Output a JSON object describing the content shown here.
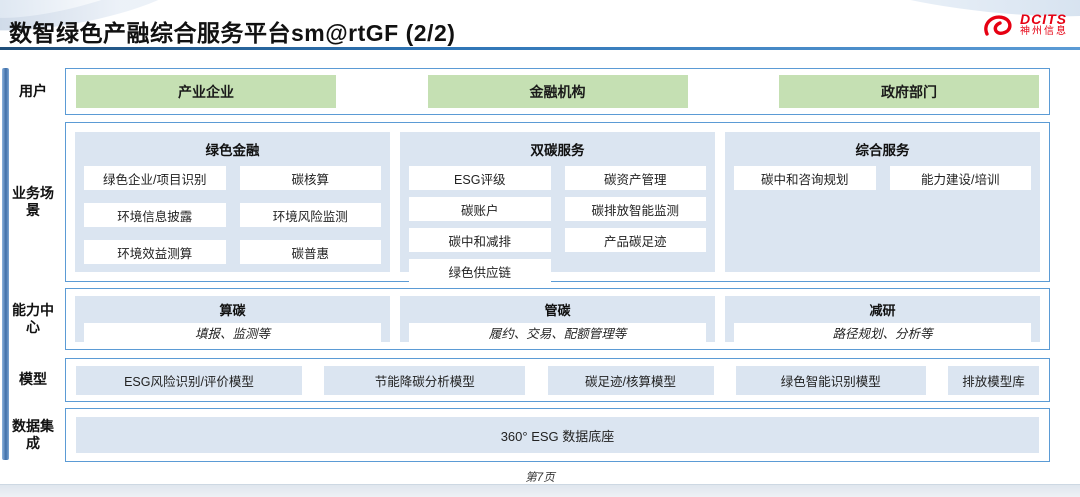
{
  "header": {
    "title": "数智绿色产融综合服务平台sm@rtGF (2/2)",
    "logo": {
      "brand": "DCITS",
      "company": "神州信息"
    }
  },
  "row_labels": {
    "users": "用户",
    "scenes": "业务场景",
    "capability": "能力中心",
    "models": "模型",
    "data": "数据集成"
  },
  "users": [
    "产业企业",
    "金融机构",
    "政府部门"
  ],
  "scenes": [
    {
      "title": "绿色金融",
      "items": [
        "绿色企业/项目识别",
        "碳核算",
        "环境信息披露",
        "环境风险监测",
        "环境效益测算",
        "碳普惠"
      ]
    },
    {
      "title": "双碳服务",
      "items": [
        "ESG评级",
        "碳资产管理",
        "碳账户",
        "碳排放智能监测",
        "碳中和减排",
        "产品碳足迹",
        "绿色供应链"
      ]
    },
    {
      "title": "综合服务",
      "items": [
        "碳中和咨询规划",
        "能力建设/培训"
      ]
    }
  ],
  "capabilities": [
    {
      "title": "算碳",
      "desc": "填报、监测等"
    },
    {
      "title": "管碳",
      "desc": "履约、交易、配额管理等"
    },
    {
      "title": "减研",
      "desc": "路径规划、分析等"
    }
  ],
  "models": [
    "ESG风险识别/评价模型",
    "节能降碳分析模型",
    "碳足迹/核算模型",
    "绿色智能识别模型",
    "排放模型库"
  ],
  "data_integration": "360° ESG 数据底座",
  "footer": {
    "page_number": "第7页"
  },
  "colors": {
    "accent_blue": "#5b9bd5",
    "panel_blue": "#dbe5f1",
    "user_green": "#c5e0b3",
    "title_rule_blue": "#2e74b5",
    "brand_red": "#e60012"
  }
}
